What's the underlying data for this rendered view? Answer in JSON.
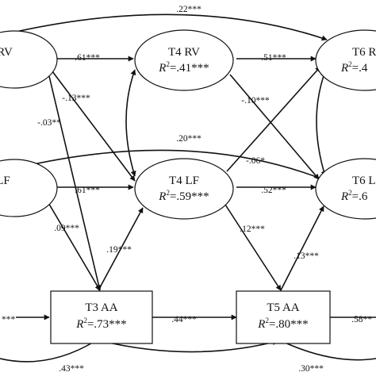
{
  "nodes": {
    "t2_rv": {
      "title": "RV",
      "r2": ""
    },
    "t2_lf": {
      "title": "LF",
      "r2": ""
    },
    "t4_rv": {
      "title": "T4 RV",
      "r2": "=.41***"
    },
    "t4_lf": {
      "title": "T4 LF",
      "r2": "=.59***"
    },
    "t6_rv": {
      "title": "T6 R",
      "r2": "=.4"
    },
    "t6_lf": {
      "title": "T6 L",
      "r2": "=.6"
    },
    "t3_aa": {
      "title": "T3 AA",
      "r2": "=.73***"
    },
    "t5_aa": {
      "title": "T5 AA",
      "r2": "=.80***"
    }
  },
  "r2_letter": "R",
  "r2_sup": "2",
  "paths": {
    "top_arc": ".22***",
    "mid_arc": ".20***",
    "bottom_left_arc": ".43***",
    "bottom_right_arc": ".30***",
    "rv2_rv4": ".61***",
    "rv4_rv6": ".51***",
    "lf2_lf4": ".61***",
    "lf4_lf6": ".52***",
    "rv2_lf4": "-.13***",
    "rv2_aa3": "-.03**",
    "lf2_aa3": ".09***",
    "aa3_lf4": ".19***",
    "rv4_lf6": "-.10***",
    "lf4_rv6": "-.06*",
    "lf4_aa5": ".12***",
    "aa5_lf6": ".13***",
    "aa3_aa5": ".44***",
    "aa5_out": ".58**",
    "in_aa3": "***"
  }
}
